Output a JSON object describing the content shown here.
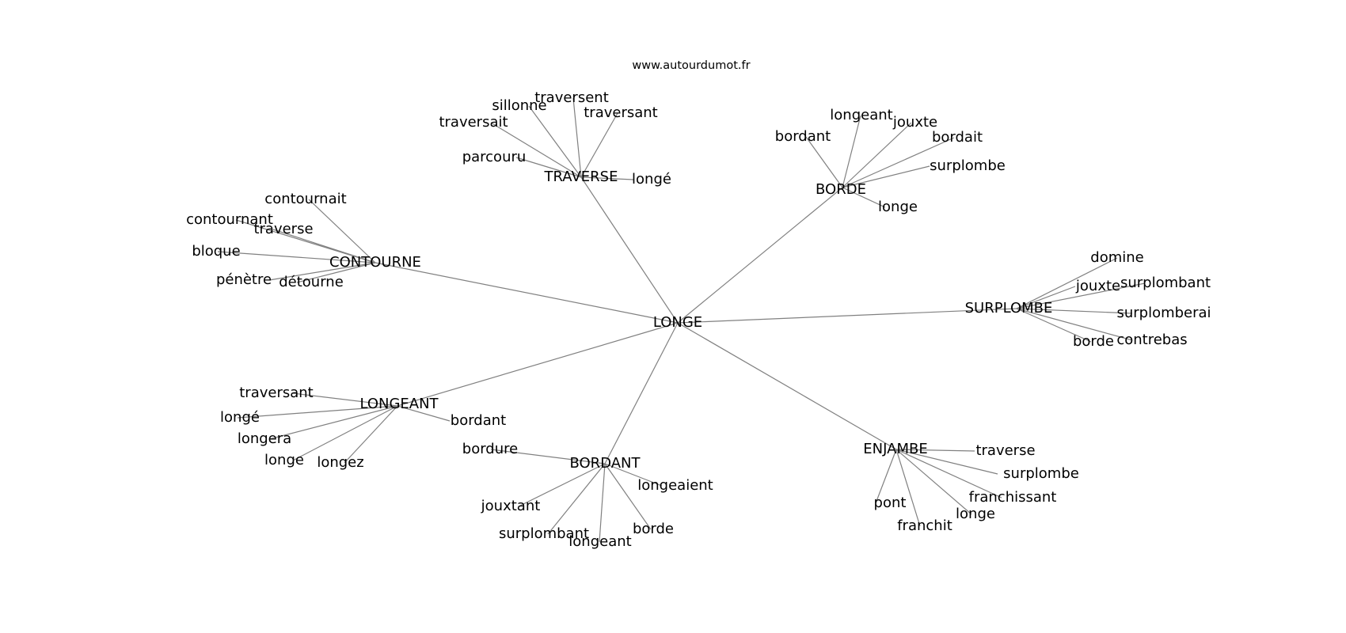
{
  "header": {
    "site": "www.autourdumot.fr"
  },
  "graph": {
    "center": "LONGE",
    "clusters": [
      {
        "id": "traverse",
        "label": "TRAVERSE",
        "leaves": [
          "traversent",
          "sillonne",
          "traversant",
          "traversait",
          "parcouru",
          "longé"
        ]
      },
      {
        "id": "borde",
        "label": "BORDE",
        "leaves": [
          "longeant",
          "jouxte",
          "bordant",
          "bordait",
          "surplombe",
          "longe"
        ]
      },
      {
        "id": "contourne",
        "label": "CONTOURNE",
        "leaves": [
          "contournait",
          "contournant",
          "traverse",
          "bloque",
          "pénètre",
          "détourne"
        ]
      },
      {
        "id": "surplombe",
        "label": "SURPLOMBE",
        "leaves": [
          "domine",
          "jouxte",
          "surplombant",
          "surplomberai",
          "contrebas",
          "borde"
        ]
      },
      {
        "id": "longeant",
        "label": "LONGEANT",
        "leaves": [
          "traversant",
          "longé",
          "bordant",
          "longera",
          "longe",
          "longez"
        ]
      },
      {
        "id": "bordant",
        "label": "BORDANT",
        "leaves": [
          "bordure",
          "longeaient",
          "jouxtant",
          "borde",
          "surplombant",
          "longeant"
        ]
      },
      {
        "id": "enjambe",
        "label": "ENJAMBE",
        "leaves": [
          "traverse",
          "surplombe",
          "franchissant",
          "longe",
          "pont",
          "franchit"
        ]
      }
    ]
  }
}
